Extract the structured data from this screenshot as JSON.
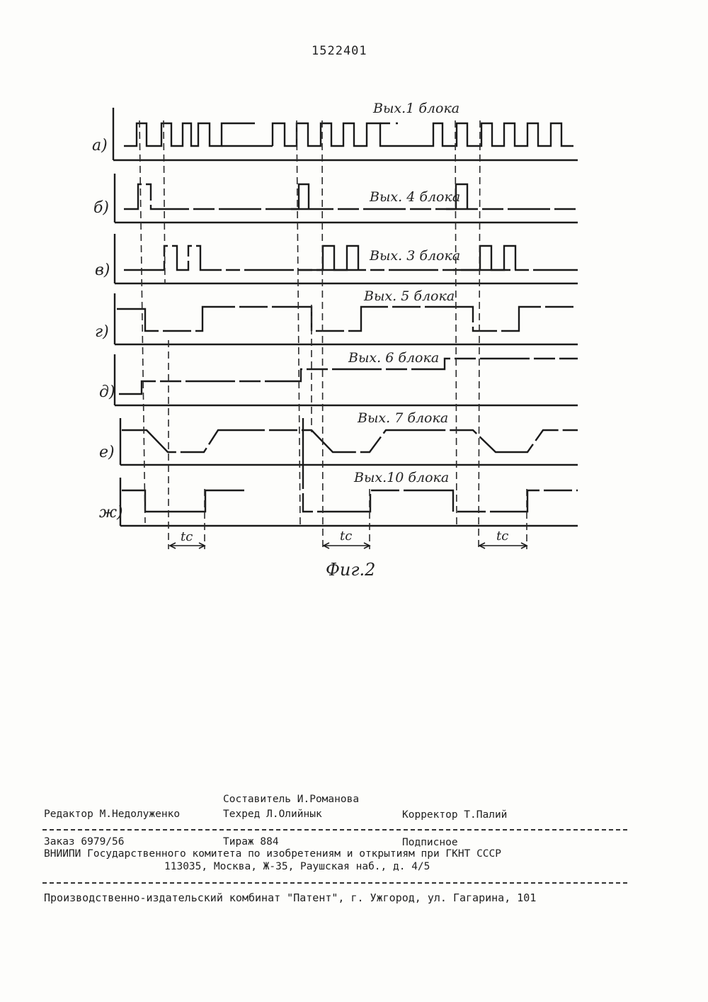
{
  "patent_number": "1522401",
  "figure": {
    "caption": "Фиг.2",
    "rows": [
      {
        "letter": "а)",
        "label": "Вых.1 блока"
      },
      {
        "letter": "б)",
        "label": "Вых. 4 блока"
      },
      {
        "letter": "в)",
        "label": "Вых. 3 блока"
      },
      {
        "letter": "г)",
        "label": "Вых. 5 блока"
      },
      {
        "letter": "д)",
        "label": "Вых. 6 блока"
      },
      {
        "letter": "е)",
        "label": "Вых. 7 блока"
      },
      {
        "letter": "ж)",
        "label": "Вых.10 блока"
      }
    ],
    "interval_label": "tc"
  },
  "imprint": {
    "editor": "Редактор М.Недолуженко",
    "compiler": "Составитель И.Романова",
    "techred": "Техред Л.Олийнык",
    "corrector": "Корректор Т.Палий",
    "order": "Заказ 6979/56",
    "circulation": "Тираж 884",
    "subscription": "Подписное",
    "vniipi": "ВНИИПИ Государственного комитета по изобретениям и открытиям при ГКНТ СССР",
    "address": "113035, Москва, Ж-35, Раушская наб., д. 4/5",
    "publisher": "Производственно-издательский комбинат \"Патент\", г. Ужгород, ул. Гагарина, 101"
  }
}
